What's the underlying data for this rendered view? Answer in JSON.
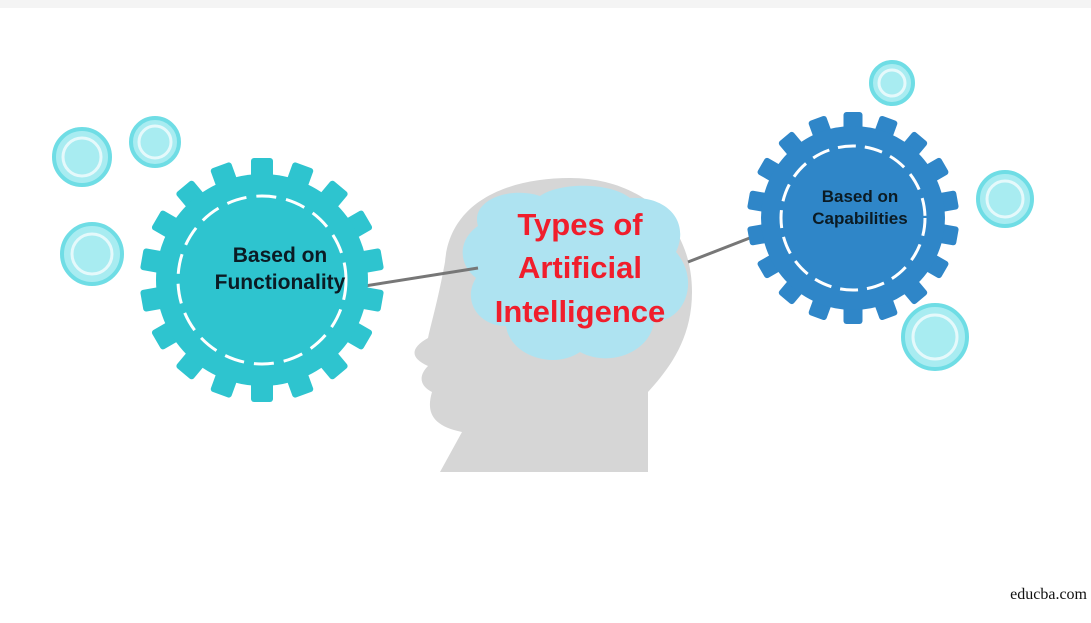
{
  "diagram": {
    "center": {
      "title_lines": [
        "Types of",
        "Artificial",
        "Intelligence"
      ]
    },
    "left_gear": {
      "label_lines": [
        "Based on",
        "Functionality"
      ],
      "color": "#2ec4cf"
    },
    "right_gear": {
      "label_lines": [
        "Based on",
        "Capabilities"
      ],
      "color": "#2f86c8"
    },
    "colors": {
      "head": "#d6d6d6",
      "brain": "#aee3f1",
      "title": "#f01e2c",
      "bubble_fill": "#a8ecf1",
      "bubble_stroke": "#6fdde5",
      "connector": "#777777"
    },
    "watermark": "educba.com"
  }
}
